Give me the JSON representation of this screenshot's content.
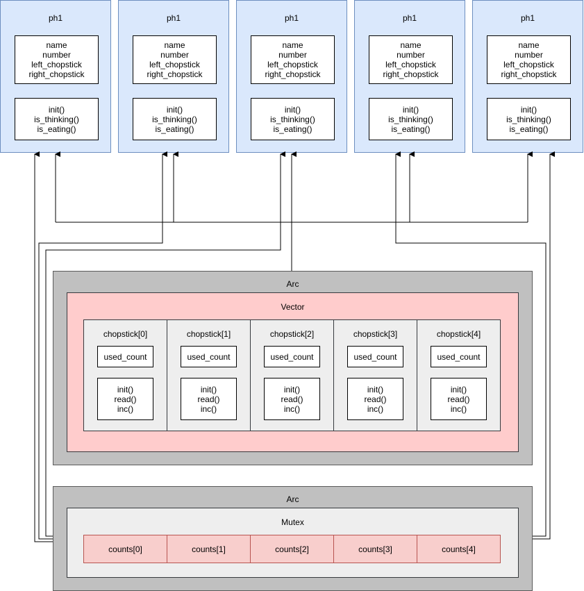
{
  "philosophers": [
    {
      "title": "ph1",
      "fields": [
        "name",
        "number",
        "left_chopstick",
        "right_chopstick"
      ],
      "methods": [
        "init()",
        "is_thinking()",
        "is_eating()"
      ]
    },
    {
      "title": "ph1",
      "fields": [
        "name",
        "number",
        "left_chopstick",
        "right_chopstick"
      ],
      "methods": [
        "init()",
        "is_thinking()",
        "is_eating()"
      ]
    },
    {
      "title": "ph1",
      "fields": [
        "name",
        "number",
        "left_chopstick",
        "right_chopstick"
      ],
      "methods": [
        "init()",
        "is_thinking()",
        "is_eating()"
      ]
    },
    {
      "title": "ph1",
      "fields": [
        "name",
        "number",
        "left_chopstick",
        "right_chopstick"
      ],
      "methods": [
        "init()",
        "is_thinking()",
        "is_eating()"
      ]
    },
    {
      "title": "ph1",
      "fields": [
        "name",
        "number",
        "left_chopstick",
        "right_chopstick"
      ],
      "methods": [
        "init()",
        "is_thinking()",
        "is_eating()"
      ]
    }
  ],
  "arc_top": {
    "title": "Arc",
    "vector": {
      "title": "Vector",
      "chopsticks": [
        {
          "title": "chopstick[0]",
          "field": "used_count",
          "methods": [
            "init()",
            "read()",
            "inc()"
          ]
        },
        {
          "title": "chopstick[1]",
          "field": "used_count",
          "methods": [
            "init()",
            "read()",
            "inc()"
          ]
        },
        {
          "title": "chopstick[2]",
          "field": "used_count",
          "methods": [
            "init()",
            "read()",
            "inc()"
          ]
        },
        {
          "title": "chopstick[3]",
          "field": "used_count",
          "methods": [
            "init()",
            "read()",
            "inc()"
          ]
        },
        {
          "title": "chopstick[4]",
          "field": "used_count",
          "methods": [
            "init()",
            "read()",
            "inc()"
          ]
        }
      ]
    }
  },
  "arc_bottom": {
    "title": "Arc",
    "mutex": {
      "title": "Mutex",
      "counts": [
        "counts[0]",
        "counts[1]",
        "counts[2]",
        "counts[3]",
        "counts[4]"
      ]
    }
  }
}
